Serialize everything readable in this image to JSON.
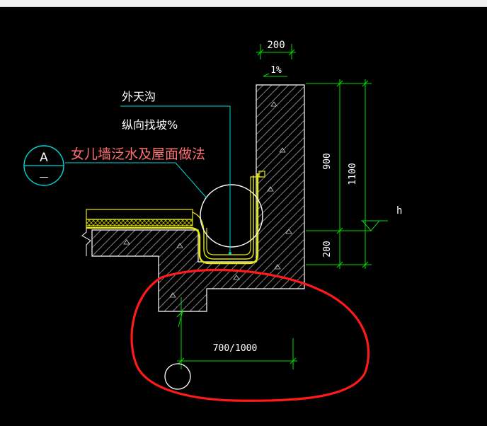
{
  "title": "女儿墙泛水及屋面做法",
  "detail_marker": {
    "letter": "A",
    "sheet": "—"
  },
  "notes": {
    "line1": "外天沟",
    "line2": "纵向找坡%"
  },
  "dimensions": {
    "wall_width": "200",
    "top_slope": "1%",
    "height_900": "900",
    "height_1100": "1100",
    "height_200": "200",
    "overhang": "700/1000",
    "level": "h"
  },
  "colors": {
    "background": "#000000",
    "wall_outline": "#ffffff",
    "waterproof": "#e8e800",
    "dimension": "#00dd00",
    "leader": "#00d6d6",
    "title": "#ff7070",
    "highlight": "#ff1a1a"
  }
}
